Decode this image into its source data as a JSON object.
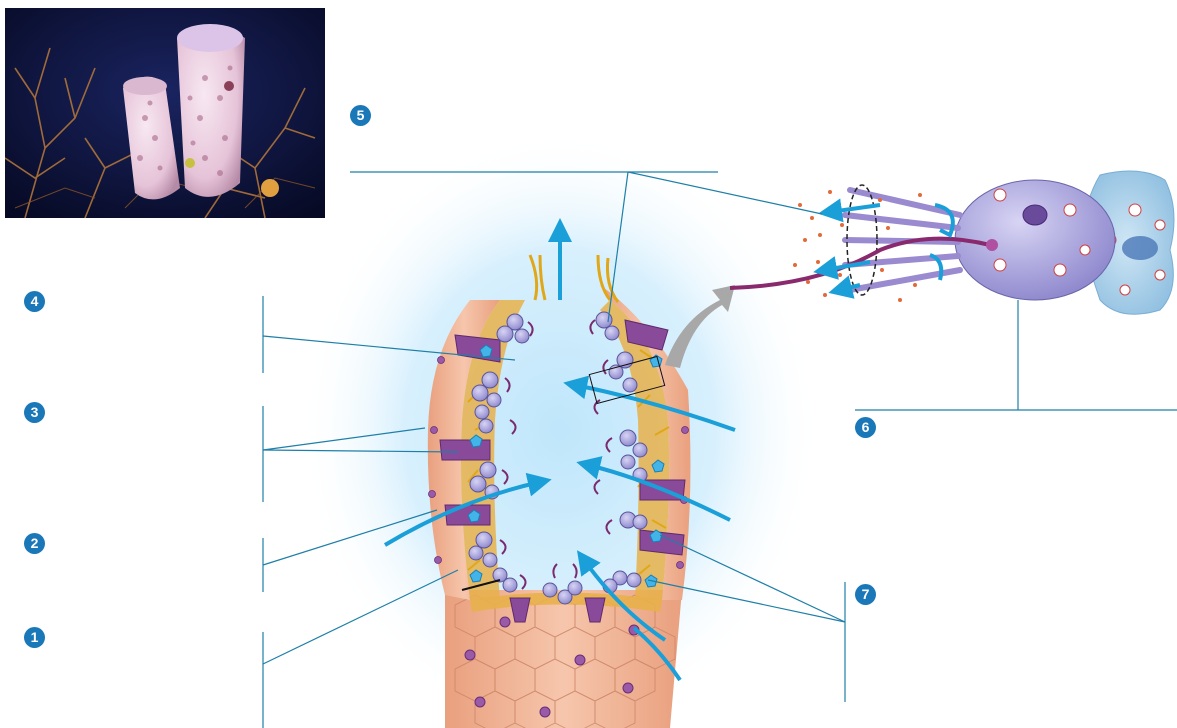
{
  "markers": [
    "1",
    "2",
    "3",
    "4",
    "5",
    "6",
    "7"
  ],
  "colors": {
    "marker": "#1a78b8",
    "water_flow_arrow": "#1a9fd8",
    "background_glow": "#bfe6fb",
    "body_wall": "#f2b79a",
    "choanocyte": "#7a7cc8",
    "porocyte": "#8a4a9a",
    "spicule": "#e8b020",
    "leader_line": "#1e7fa8"
  },
  "icons": [
    "photo-of-sponge",
    "flow-arrow-icon",
    "magnify-arrow-icon"
  ]
}
